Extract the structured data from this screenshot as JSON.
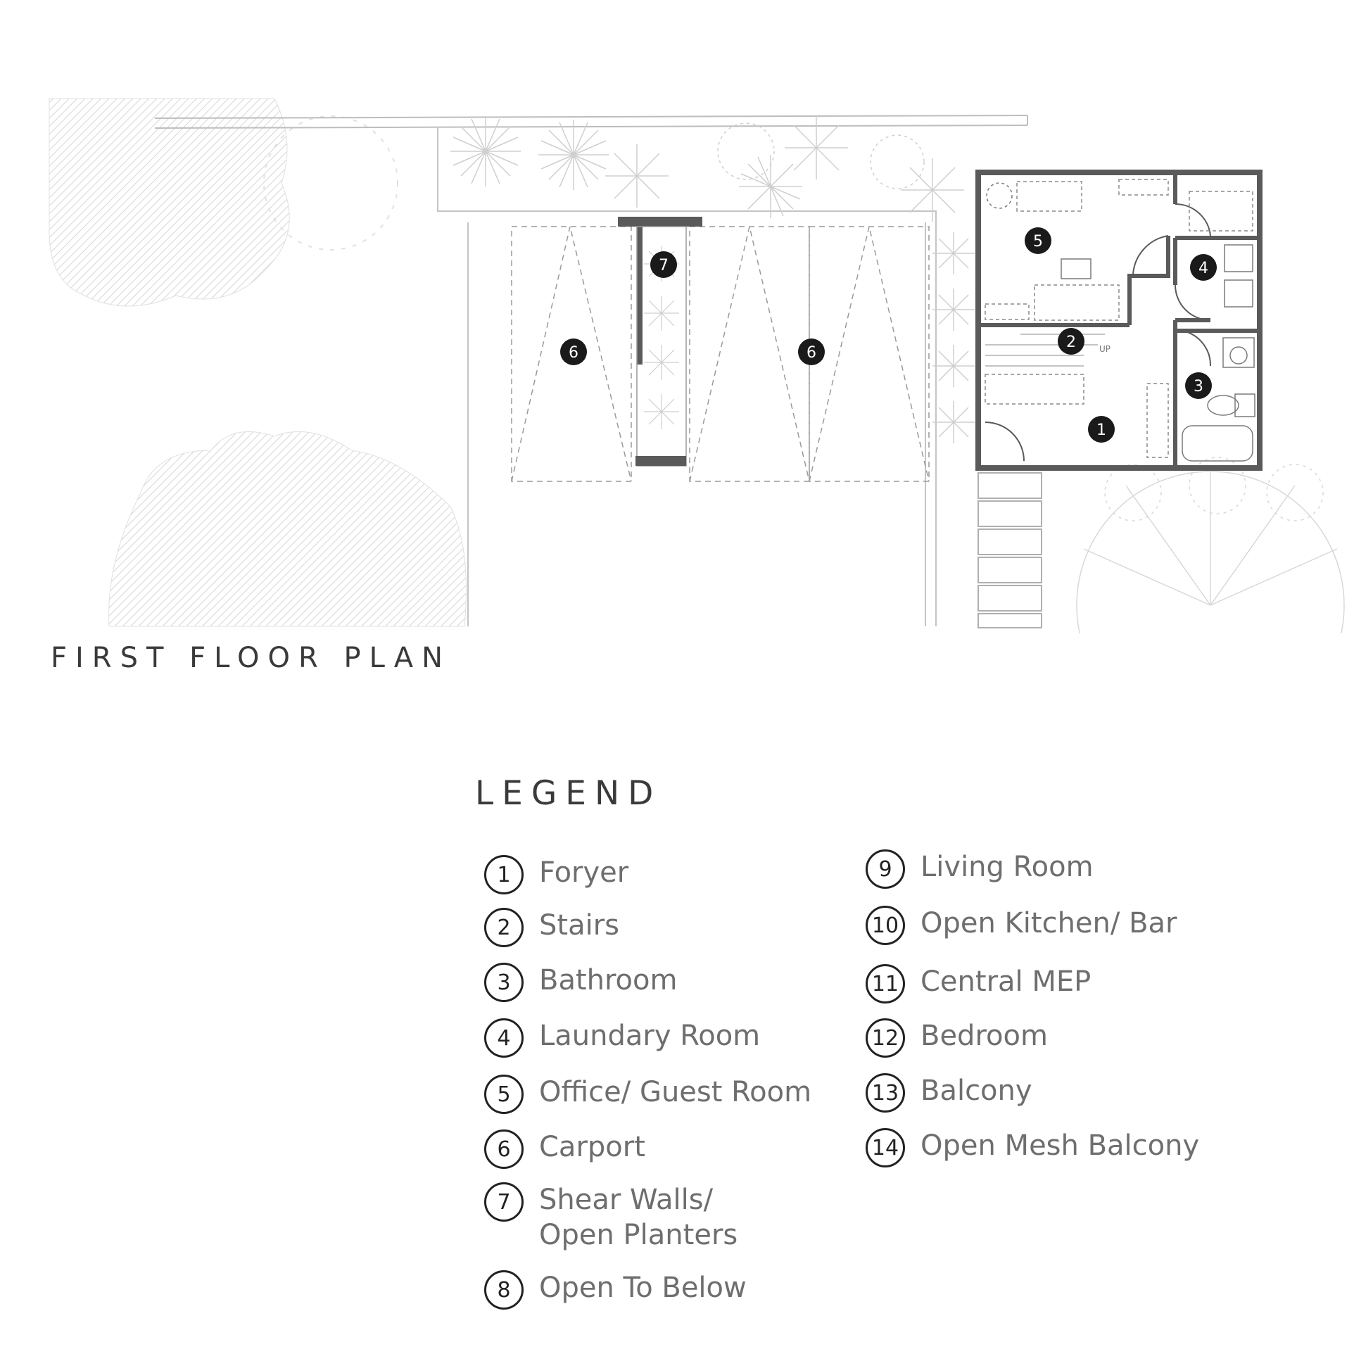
{
  "plan_title": "FIRST FLOOR PLAN",
  "legend_title": "LEGEND",
  "colors": {
    "wall": "#5a5a5a",
    "line": "#c8c8c8",
    "foliage": "#dcdcdc",
    "badge": "#1a1a1a"
  },
  "room_badges": [
    {
      "id": "1"
    },
    {
      "id": "2"
    },
    {
      "id": "3"
    },
    {
      "id": "4"
    },
    {
      "id": "5"
    },
    {
      "id": "6"
    },
    {
      "id": "6b",
      "label": "6"
    },
    {
      "id": "7"
    }
  ],
  "plan_annotations": {
    "stair_up": "UP"
  },
  "legend": {
    "left": [
      {
        "num": "1",
        "label": "Foryer"
      },
      {
        "num": "2",
        "label": "Stairs"
      },
      {
        "num": "3",
        "label": "Bathroom"
      },
      {
        "num": "4",
        "label": "Laundary Room"
      },
      {
        "num": "5",
        "label": "Office/  Guest Room"
      },
      {
        "num": "6",
        "label": "Carport"
      },
      {
        "num": "7",
        "label": "Shear Walls/\nOpen Planters"
      },
      {
        "num": "8",
        "label": "Open To Below"
      }
    ],
    "right": [
      {
        "num": "9",
        "label": "Living Room"
      },
      {
        "num": "10",
        "label": "Open Kitchen/ Bar"
      },
      {
        "num": "11",
        "label": "Central MEP"
      },
      {
        "num": "12",
        "label": "Bedroom"
      },
      {
        "num": "13",
        "label": "Balcony"
      },
      {
        "num": "14",
        "label": "Open Mesh Balcony"
      }
    ]
  }
}
